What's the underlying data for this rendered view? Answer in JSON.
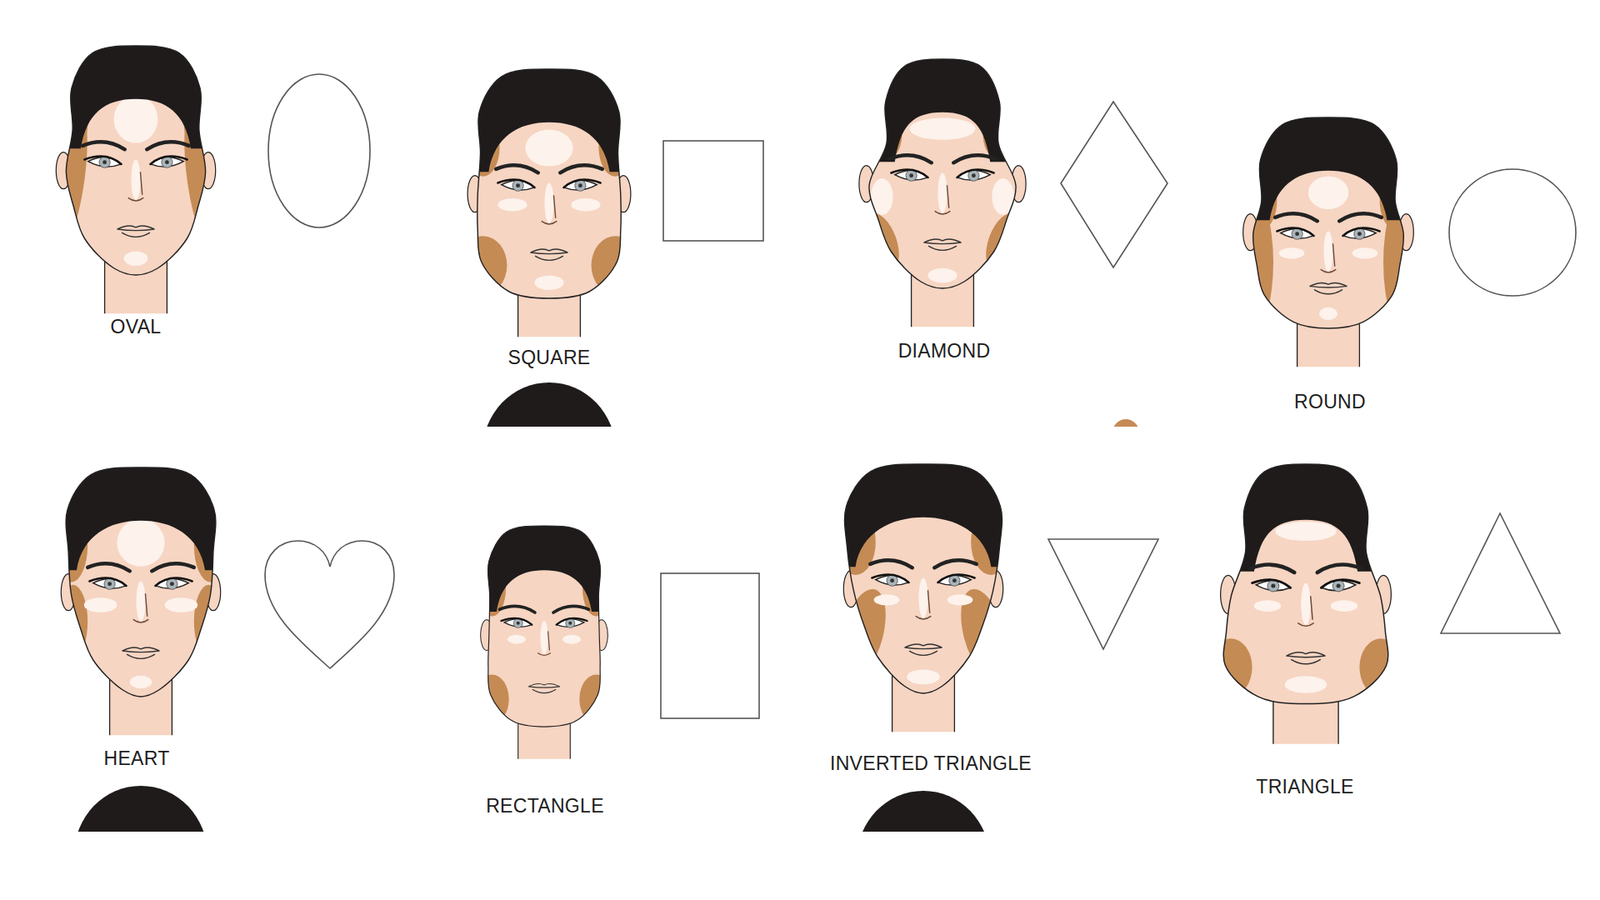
{
  "diagram": {
    "labels": [
      "OVAL",
      "SQUARE",
      "DIAMOND",
      "ROUND",
      "HEART",
      "RECTANGLE",
      "INVERTED TRIANGLE",
      "TRIANGLE"
    ]
  }
}
